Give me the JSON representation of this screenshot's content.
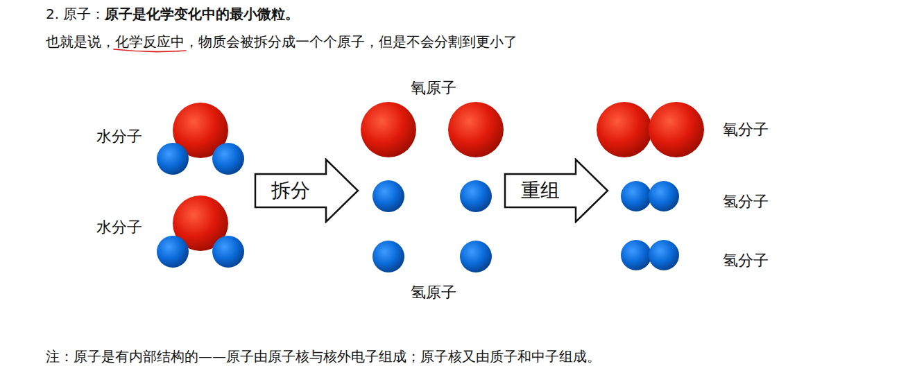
{
  "diagram": {
    "nodes": [
      {
        "text": [
          "拆分"
        ]
      },
      {
        "text": [
          "重组"
        ]
      }
    ],
    "labels": [
      "2. 原子：",
      "原子是化学变化中的最小微粒。",
      "也就是说，",
      "化学反应中",
      "，物质会被拆分成一个个原子，但是不会分割到更小了",
      "水分子",
      "水分子",
      "氧原子",
      "氢原子",
      "氧分子",
      "氢分子",
      "氢分子",
      "注：原子是有内部结构的——原子由原子核与核外电子组成；原子核又由质子和中子组成。"
    ]
  }
}
